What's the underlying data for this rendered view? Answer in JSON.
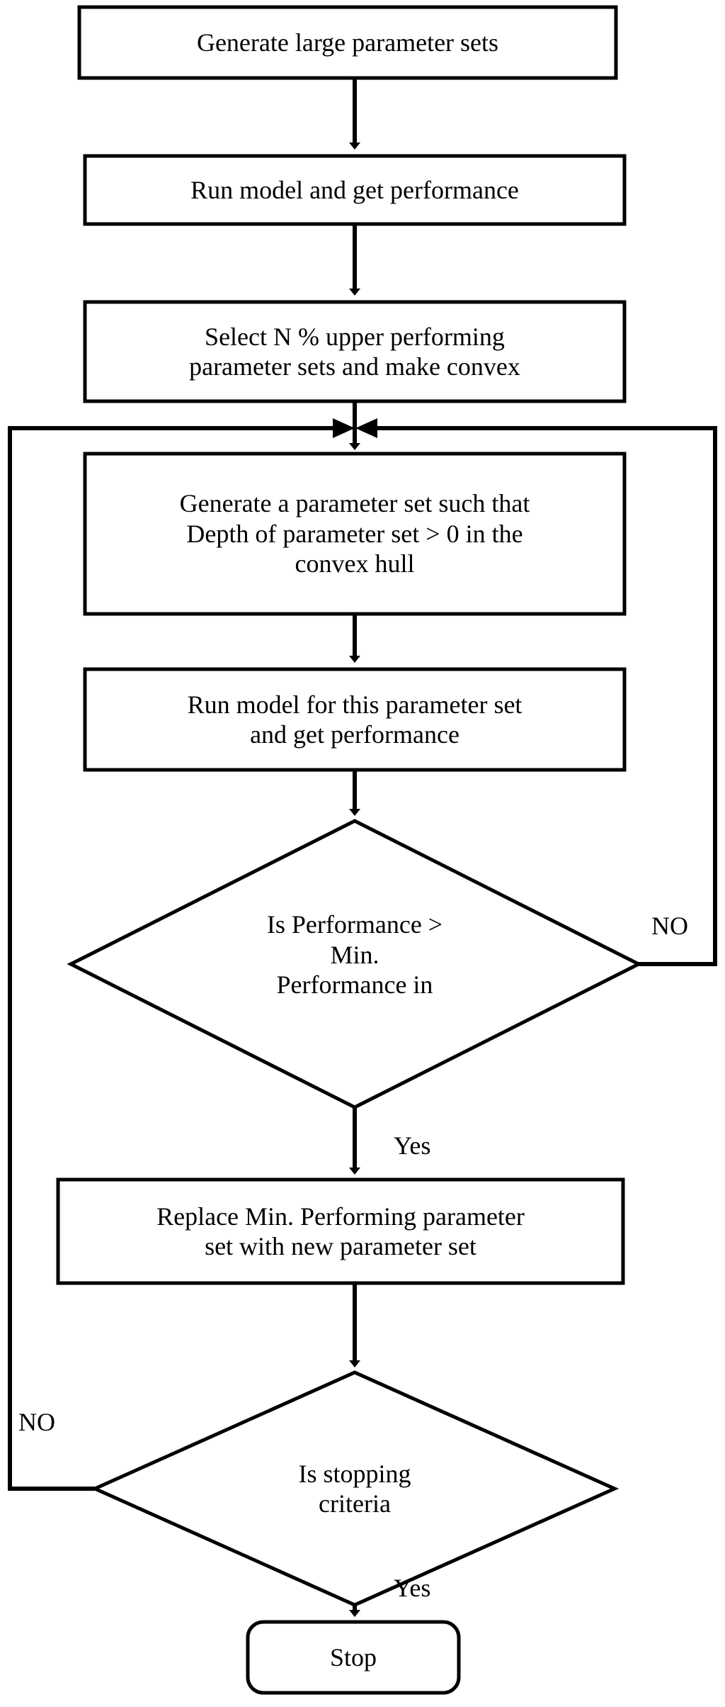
{
  "diagram": {
    "title": "Parameter set optimization flowchart",
    "colors": {
      "stroke": "#000000",
      "fill": "#ffffff",
      "text": "#000000"
    },
    "nodes": {
      "generate_large": {
        "label": "Generate large parameter sets",
        "shape": "process"
      },
      "run_model": {
        "label": "Run model and get performance",
        "shape": "process"
      },
      "select_upper": {
        "label": "Select N % upper performing\nparameter sets and make convex",
        "shape": "process"
      },
      "generate_one": {
        "label": "Generate a parameter set such that\nDepth of parameter set > 0 in the\nconvex hull",
        "shape": "process"
      },
      "run_model_one": {
        "label": "Run model for this parameter set\nand get performance",
        "shape": "process"
      },
      "perf_check": {
        "label": "Is Performance >\nMin.\nPerformance in",
        "shape": "decision"
      },
      "replace_min": {
        "label": "Replace Min. Performing parameter\nset with new parameter set",
        "shape": "process"
      },
      "stopping_check": {
        "label": "Is stopping\ncriteria",
        "shape": "decision"
      },
      "stop": {
        "label": "Stop",
        "shape": "terminal"
      }
    },
    "edge_labels": {
      "perf_no": "NO",
      "perf_yes": "Yes",
      "stop_no": "NO",
      "stop_yes": "Yes"
    }
  }
}
